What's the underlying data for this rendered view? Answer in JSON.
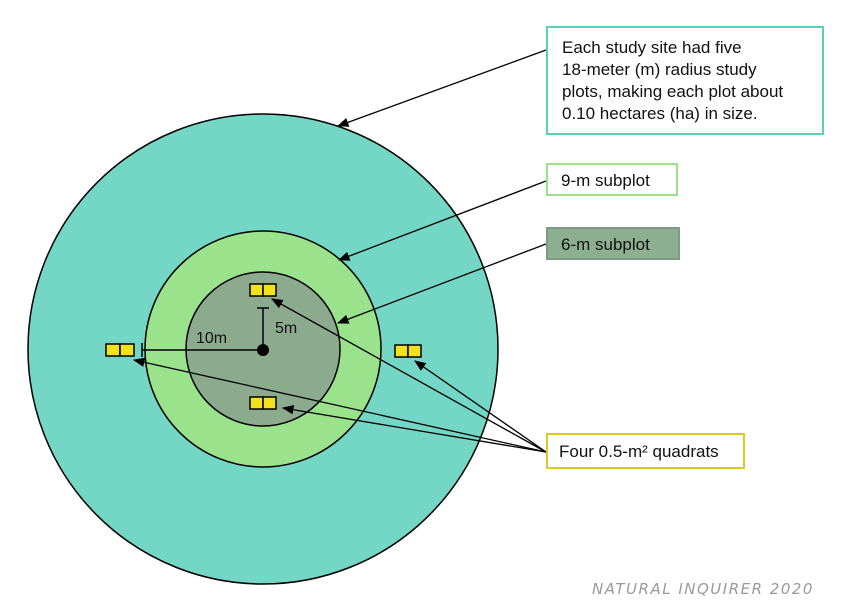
{
  "colors": {
    "outer_plot": "#74d6c4",
    "subplot_9m": "#9be28c",
    "subplot_6m": "#8cab8e",
    "quadrat": "#f1e11e",
    "outline": "#000000"
  },
  "callouts": {
    "plot": {
      "lines": [
        "Each study site had five",
        "18-meter (m) radius study",
        "plots, making each plot about",
        "0.10 hectares (ha) in size."
      ]
    },
    "subplot_9m": "9-m subplot",
    "subplot_6m": "6-m subplot",
    "quadrats": "Four 0.5-m² quadrats"
  },
  "labels": {
    "radius_10m": "10m",
    "radius_5m": "5m"
  },
  "credit": "NATURAL INQUIRER 2020"
}
